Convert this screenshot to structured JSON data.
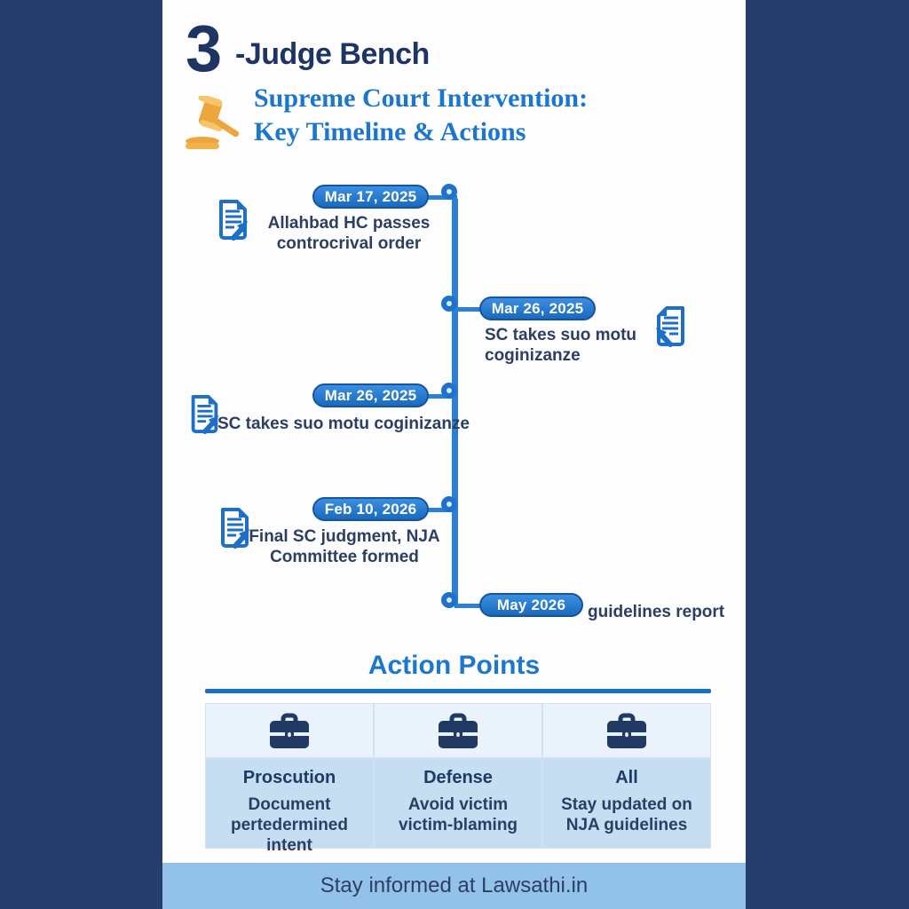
{
  "header": {
    "number": "3",
    "title": "-Judge Bench",
    "subtitle_line1": "Supreme Court Intervention:",
    "subtitle_line2": "Key Timeline & Actions"
  },
  "timeline": {
    "events": [
      {
        "date": "Mar 17, 2025",
        "text": "Allahbad HC passes controcrival order",
        "side": "left"
      },
      {
        "date": "Mar 26, 2025",
        "text": "SC takes suo motu coginizanze",
        "side": "right"
      },
      {
        "date": "Mar 26, 2025",
        "text": "SC takes suo motu coginizanze",
        "side": "left"
      },
      {
        "date": "Feb 10, 2026",
        "text": "Final SC judgment, NJA Committee formed",
        "side": "left"
      },
      {
        "date": "May 2026",
        "text": "guidelines report",
        "side": "right"
      }
    ]
  },
  "action_points": {
    "title": "Action Points",
    "columns": [
      {
        "role": "Proscution",
        "text": "Document pertedermined intent"
      },
      {
        "role": "Defense",
        "text": "Avoid victim victim-blaming"
      },
      {
        "role": "All",
        "text": "Stay updated on NJA guidelines"
      }
    ]
  },
  "footer": {
    "text": "Stay informed at Lawsathi.in"
  },
  "icons": {
    "gavel": "gavel-icon",
    "document": "document-arrow-icon",
    "briefcase": "briefcase-icon"
  },
  "colors": {
    "background_navy": "#253d6d",
    "panel_white": "#fdfdfe",
    "heading_navy": "#1e3564",
    "accent_blue": "#1c77cd",
    "timeline_blue": "#2b7fd4",
    "pill_border": "#15549f",
    "node_fill": "#d9eaf9",
    "table_header_bg": "#eaf3fb",
    "table_body_bg": "#c5def2",
    "footer_bg": "#92c2e9",
    "icon_navy": "#203a64",
    "gavel_amber": "#eda63e"
  }
}
